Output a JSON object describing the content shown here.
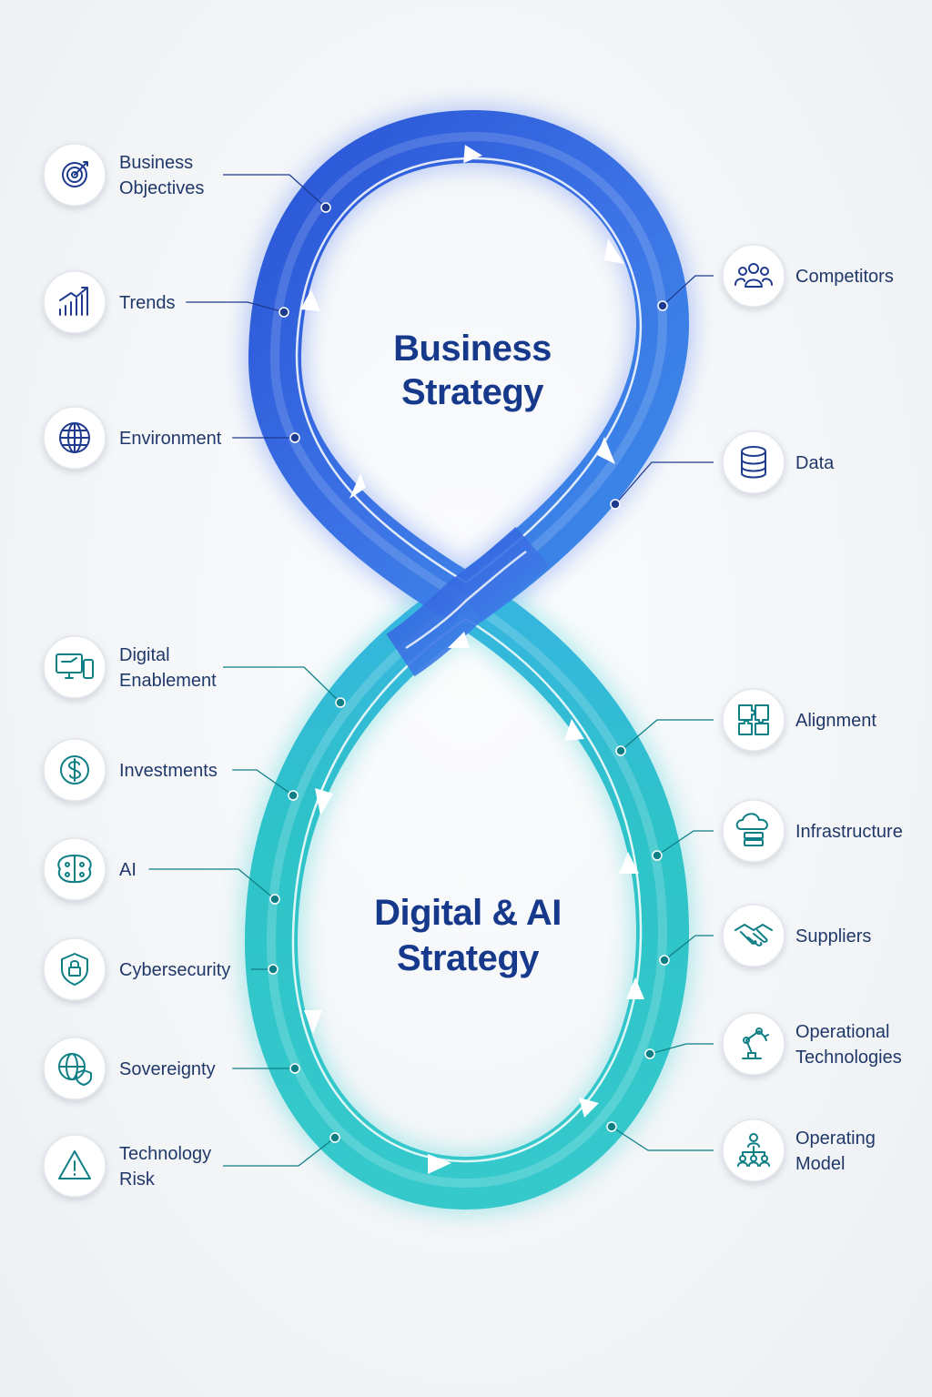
{
  "loop": {
    "top_label_line1": "Business",
    "top_label_line2": "Strategy",
    "bottom_label_line1": "Digital & AI",
    "bottom_label_line2": "Strategy"
  },
  "colors": {
    "top_loop": "#2f5fd8",
    "bottom_loop": "#2bbfc6",
    "top_icons": "#1f3b8f",
    "bottom_icons": "#0f7f86",
    "label_text": "#20386a",
    "title_text": "#16398c"
  },
  "business_factors": {
    "left": [
      {
        "lines": [
          "Business",
          "Objectives"
        ],
        "icon": "target-icon"
      },
      {
        "lines": [
          "Trends"
        ],
        "icon": "trend-chart-icon"
      },
      {
        "lines": [
          "Environment"
        ],
        "icon": "globe-icon"
      }
    ],
    "right": [
      {
        "lines": [
          "Competitors"
        ],
        "icon": "people-group-icon"
      },
      {
        "lines": [
          "Data"
        ],
        "icon": "database-icon"
      }
    ]
  },
  "digital_factors": {
    "left": [
      {
        "lines": [
          "Digital",
          "Enablement"
        ],
        "icon": "devices-icon"
      },
      {
        "lines": [
          "Investments"
        ],
        "icon": "dollar-icon"
      },
      {
        "lines": [
          "AI"
        ],
        "icon": "brain-icon"
      },
      {
        "lines": [
          "Cybersecurity"
        ],
        "icon": "shield-lock-icon"
      },
      {
        "lines": [
          "Sovereignty"
        ],
        "icon": "globe-shield-icon"
      },
      {
        "lines": [
          "Technology",
          "Risk"
        ],
        "icon": "warning-icon"
      }
    ],
    "right": [
      {
        "lines": [
          "Alignment"
        ],
        "icon": "puzzle-icon"
      },
      {
        "lines": [
          "Infrastructure"
        ],
        "icon": "cloud-server-icon"
      },
      {
        "lines": [
          "Suppliers"
        ],
        "icon": "handshake-icon"
      },
      {
        "lines": [
          "Operational",
          "Technologies"
        ],
        "icon": "robot-arm-icon"
      },
      {
        "lines": [
          "Operating",
          "Model"
        ],
        "icon": "org-chart-icon"
      }
    ]
  }
}
